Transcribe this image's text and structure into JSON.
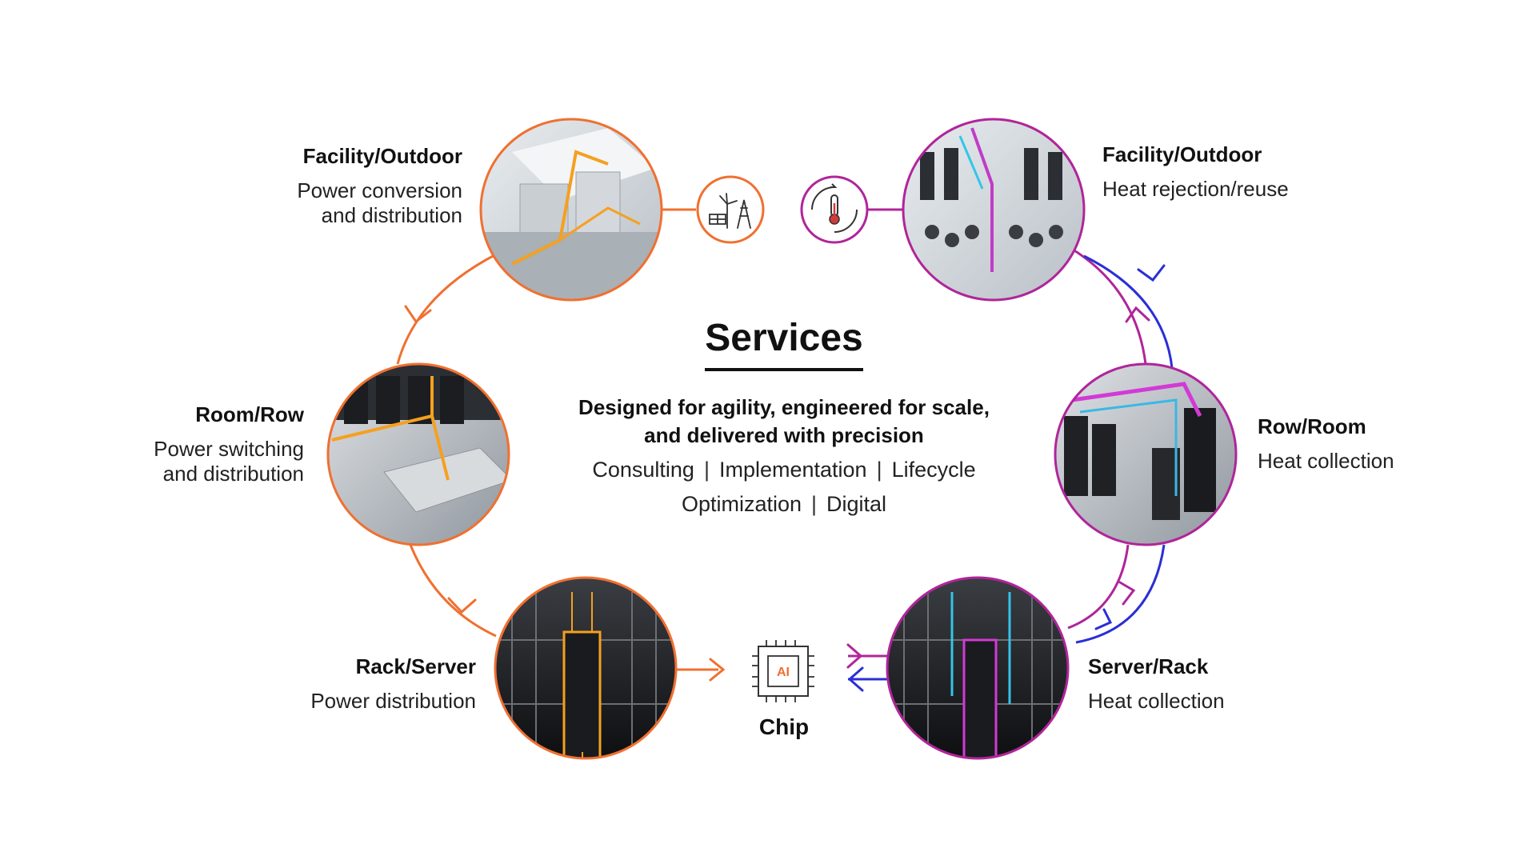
{
  "center": {
    "title": "Services",
    "tagline": "Designed for agility, engineered for scale,\nand delivered with precision",
    "services_row1": [
      "Consulting",
      "Implementation",
      "Lifecycle"
    ],
    "services_row2": [
      "Optimization",
      "Digital"
    ],
    "separator": "|"
  },
  "power": {
    "color": "#f07030",
    "nodes": [
      {
        "title": "Facility/Outdoor",
        "subtitle": "Power conversion\nand distribution"
      },
      {
        "title": "Room/Row",
        "subtitle": "Power switching\nand distribution"
      },
      {
        "title": "Rack/Server",
        "subtitle": "Power distribution"
      }
    ]
  },
  "thermal": {
    "color": "#b0259a",
    "return_color": "#2a2fd6",
    "nodes": [
      {
        "title": "Facility/Outdoor",
        "subtitle": "Heat rejection/reuse"
      },
      {
        "title": "Row/Room",
        "subtitle": "Heat collection"
      },
      {
        "title": "Server/Rack",
        "subtitle": "Heat collection"
      }
    ]
  },
  "chip": {
    "label": "Chip",
    "badge": "AI"
  },
  "icons": [
    "solar-wind-tower-icon",
    "thermometer-cycle-icon",
    "ai-chip-icon"
  ]
}
